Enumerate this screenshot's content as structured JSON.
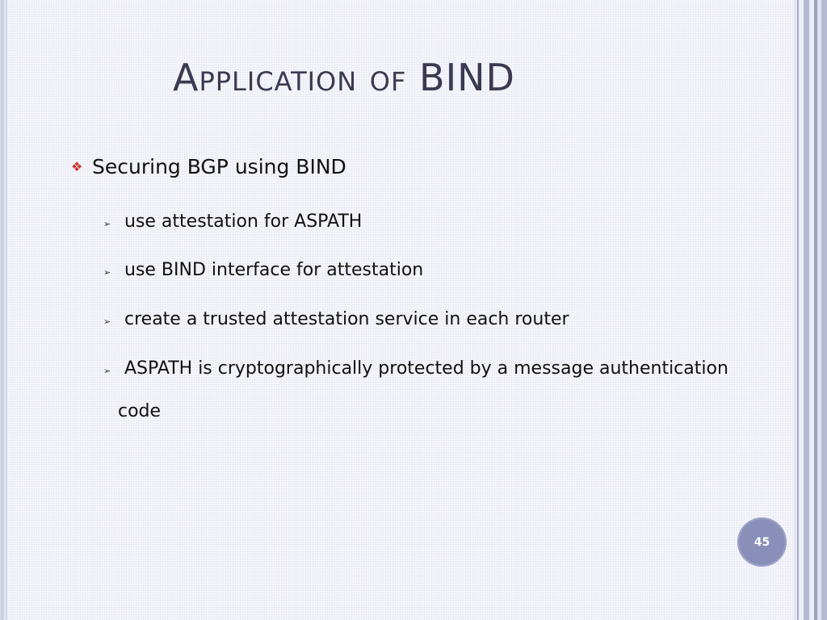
{
  "slide": {
    "title": "Application of BIND",
    "main_bullet": {
      "icon": "diamond-icon",
      "text": "Securing BGP using BIND"
    },
    "sub_bullets": [
      "use attestation for ASPATH",
      "use BIND interface for attestation",
      "create a trusted attestation service in each router",
      "ASPATH is cryptographically protected by a message authentication"
    ],
    "sub_bullet_continuation": "code",
    "page_number": "45"
  },
  "colors": {
    "bullet_accent": "#d0322e",
    "title": "#3a3a50",
    "badge": "#8a8fba",
    "frame": "#b9bdd6"
  }
}
